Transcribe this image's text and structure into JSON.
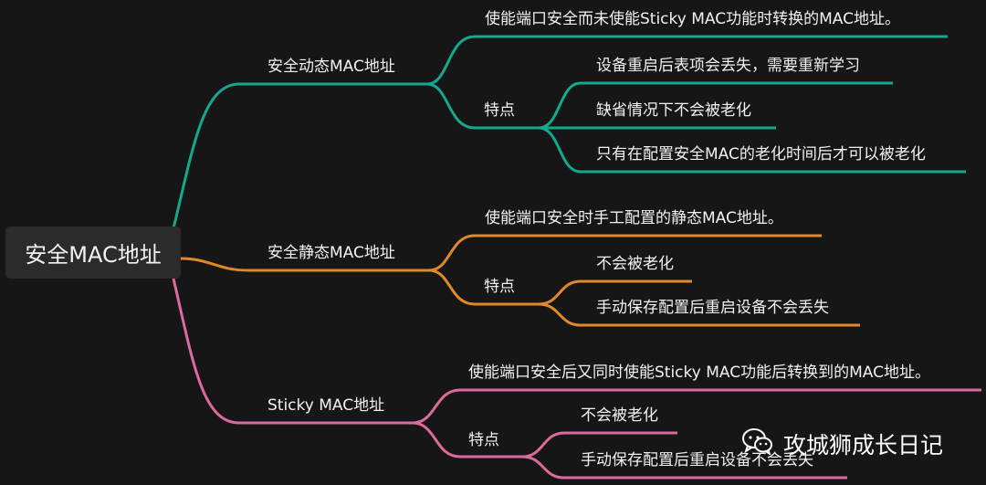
{
  "root": "安全MAC地址",
  "branches": [
    {
      "label": "安全动态MAC地址",
      "color": "#13a98e",
      "definition": "使能端口安全而未使能Sticky MAC功能时转换的MAC地址。",
      "feature_label": "特点",
      "features": [
        "设备重启后表项会丢失，需要重新学习",
        "缺省情况下不会被老化",
        "只有在配置安全MAC的老化时间后才可以被老化"
      ]
    },
    {
      "label": "安全静态MAC地址",
      "color": "#e0892c",
      "definition": "使能端口安全时手工配置的静态MAC地址。",
      "feature_label": "特点",
      "features": [
        "不会被老化",
        "手动保存配置后重启设备不会丢失"
      ]
    },
    {
      "label": "Sticky MAC地址",
      "color": "#dd6a9f",
      "definition": "使能端口安全后又同时使能Sticky MAC功能后转换到的MAC地址。",
      "feature_label": "特点",
      "features": [
        "不会被老化",
        "手动保存配置后重启设备不会丢失"
      ]
    }
  ],
  "watermark": "攻城狮成长日记",
  "watermark_icon": "wechat-icon"
}
